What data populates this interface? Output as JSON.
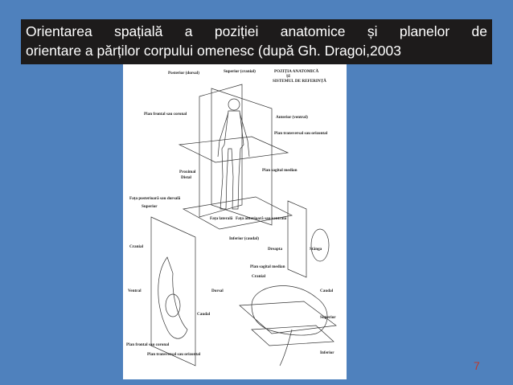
{
  "slide": {
    "title_line1": "Orientarea spațială a poziției anatomice și planelor de",
    "title_line2": "orientare a părților corpului omenesc (după Gh. Dragoi,2003",
    "page_number": "7",
    "colors": {
      "background": "#4f81bd",
      "title_bg": "#1d1b1b",
      "page_number": "#c0392b"
    }
  },
  "figure": {
    "labels": {
      "posterior_dorsal": "Posterior (dorsal)",
      "superior_cranial": "Superior (cranial)",
      "pozitia_anatomica": "POZIȚIA ANATOMICĂ",
      "si": "ȘI",
      "sistemul_referinta": "SISTEMUL DE REFERINȚĂ",
      "plan_frontal_coronal": "Plan frontal sau coronal",
      "anterior_ventral": "Anterior (ventral)",
      "plan_transversal_orizontal": "Plan transversal sau orizontal",
      "proximal": "Proximal",
      "distal": "Distal",
      "plan_sagital_median": "Plan sagital median",
      "fata_posterioara_dorsala": "Fața posterioară sau dorsală",
      "superior": "Superior",
      "fata_laterala": "Fața laterală",
      "fata_anterioara": "Fața anterioară sau ventrală",
      "inferior_caudal": "Inferior (caudal)",
      "cranial_small": "Cranial",
      "dreapta": "Dreapta",
      "stanga": "Stânga",
      "ventral": "Ventral",
      "dorsal": "Dorsal",
      "caudal": "Caudal",
      "plan_sagital_median_2": "Plan sagital median",
      "cranial": "Cranial",
      "caudal_2": "Caudal",
      "superior_2": "Superior",
      "plan_frontal_coronal_2": "Plan frontal sau coronal",
      "plan_transversal_orizontal_2": "Plan transversal sau orizontal",
      "inferior": "Inferior"
    }
  }
}
